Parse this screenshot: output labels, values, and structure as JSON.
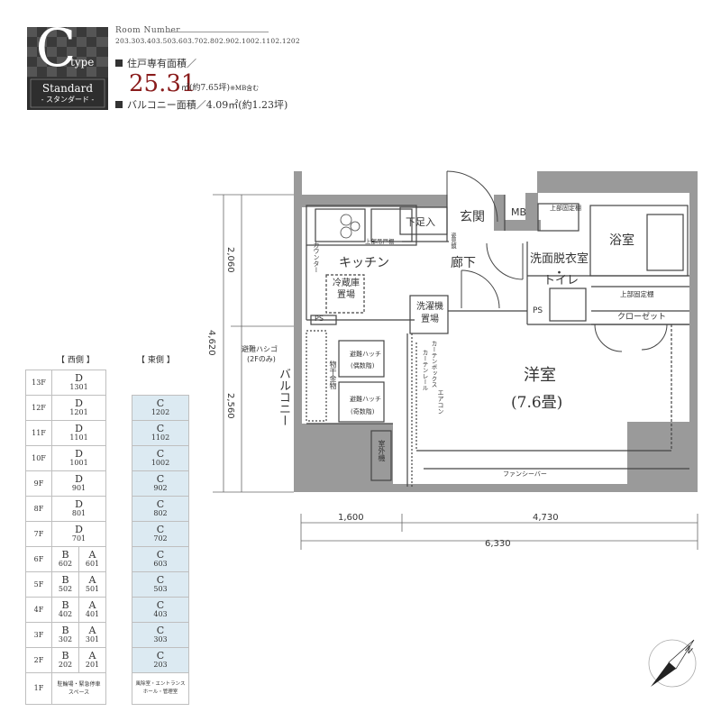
{
  "header": {
    "type_letter": "C",
    "type_suffix": "type",
    "standard_en": "Standard",
    "standard_jp": "- スタンダード -",
    "room_number_label": "Room Number",
    "room_numbers": "203.303.403.503.603.702.802.902.1002.1102.1202",
    "private_area_label": "住戸専有面積／",
    "private_area_value": "25.31",
    "private_area_unit": "㎡(約7.65坪)",
    "private_area_note": "※MB含む",
    "balcony_label": "バルコニー面積／4.09㎡(約1.23坪)"
  },
  "colors": {
    "accent": "#8a1c1c",
    "wall": "#9a9a9a",
    "highlight": "#dceaf2"
  },
  "floor_table": {
    "west_label": "【 西側 】",
    "east_label": "【 東側 】",
    "rows": [
      {
        "floor": "13F",
        "west": [
          {
            "t": "D",
            "n": "1301"
          }
        ],
        "east": {
          "t": "",
          "n": ""
        }
      },
      {
        "floor": "12F",
        "west": [
          {
            "t": "D",
            "n": "1201"
          }
        ],
        "east": {
          "t": "C",
          "n": "1202"
        }
      },
      {
        "floor": "11F",
        "west": [
          {
            "t": "D",
            "n": "1101"
          }
        ],
        "east": {
          "t": "C",
          "n": "1102"
        }
      },
      {
        "floor": "10F",
        "west": [
          {
            "t": "D",
            "n": "1001"
          }
        ],
        "east": {
          "t": "C",
          "n": "1002"
        }
      },
      {
        "floor": "9F",
        "west": [
          {
            "t": "D",
            "n": "901"
          }
        ],
        "east": {
          "t": "C",
          "n": "902"
        }
      },
      {
        "floor": "8F",
        "west": [
          {
            "t": "D",
            "n": "801"
          }
        ],
        "east": {
          "t": "C",
          "n": "802"
        }
      },
      {
        "floor": "7F",
        "west": [
          {
            "t": "D",
            "n": "701"
          }
        ],
        "east": {
          "t": "C",
          "n": "702"
        }
      },
      {
        "floor": "6F",
        "west": [
          {
            "t": "B",
            "n": "602"
          },
          {
            "t": "A",
            "n": "601"
          }
        ],
        "east": {
          "t": "C",
          "n": "603"
        }
      },
      {
        "floor": "5F",
        "west": [
          {
            "t": "B",
            "n": "502"
          },
          {
            "t": "A",
            "n": "501"
          }
        ],
        "east": {
          "t": "C",
          "n": "503"
        }
      },
      {
        "floor": "4F",
        "west": [
          {
            "t": "B",
            "n": "402"
          },
          {
            "t": "A",
            "n": "401"
          }
        ],
        "east": {
          "t": "C",
          "n": "403"
        }
      },
      {
        "floor": "3F",
        "west": [
          {
            "t": "B",
            "n": "302"
          },
          {
            "t": "A",
            "n": "301"
          }
        ],
        "east": {
          "t": "C",
          "n": "303"
        }
      },
      {
        "floor": "2F",
        "west": [
          {
            "t": "B",
            "n": "202"
          },
          {
            "t": "A",
            "n": "201"
          }
        ],
        "east": {
          "t": "C",
          "n": "203"
        }
      }
    ],
    "ground": {
      "floor": "1F",
      "west": "駐輪場・緊急停車スペース",
      "east": "風除室・エントランスホール・管理室"
    }
  },
  "plan": {
    "labels": {
      "kitchen": "キッチン",
      "counter": "カウンター",
      "fridge": "冷蔵庫置場",
      "upper_cabinet": "上部吊戸棚",
      "shoes": "下足入",
      "mirror": "姿見鏡",
      "entrance": "玄関",
      "mb": "MB",
      "upper_shelf": "上部固定棚",
      "corridor": "廊下",
      "wash_room": "洗面脱衣室",
      "dot": "・",
      "toilet": "トイレ",
      "bath": "浴室",
      "ps": "PS",
      "washer": "洗濯機置場",
      "upper_shelf2": "上部固定棚",
      "closet": "クローゼット",
      "western": "洋室",
      "western_size": "(7.6畳)",
      "balcony": "バルコニー",
      "ladder": "避難ハシゴ",
      "ladder_note": "(2Fのみ)",
      "laundry_rack": "物干金物",
      "hatch_even": "避難ハッチ",
      "hatch_even_note": "(偶数階)",
      "hatch_odd": "避難ハッチ",
      "hatch_odd_note": "(奇数階)",
      "outdoor_unit": "室外機",
      "curtain_box": "カーテンボックス",
      "curtain_rail": "カーテンレール",
      "aircon": "エアコン",
      "fancy_bar": "ファンシーバー"
    },
    "dims": {
      "upper": "2,060",
      "lower": "2,560",
      "total": "4,620",
      "left": "1,600",
      "right": "4,730",
      "width_total": "6,330"
    },
    "compass_letter": "N"
  }
}
